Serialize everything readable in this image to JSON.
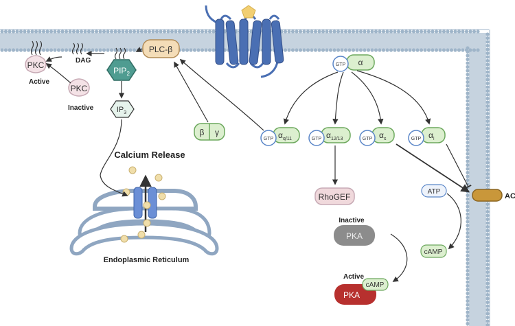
{
  "labels": {
    "pkc": "PKC",
    "dag": "DAG",
    "active": "Active",
    "inactive": "Inactive",
    "pip": "PIP",
    "pip_sub": "2",
    "ip": "IP",
    "ip_sub": "3",
    "plc": "PLC-β",
    "beta": "β",
    "gamma": "γ",
    "gtp": "GTP",
    "alpha": "α",
    "alpha_q_sub": "q/11",
    "alpha_12_sub": "12/13",
    "alpha_s_sub": "s",
    "alpha_i_sub": "i",
    "rhogef": "RhoGEF",
    "calcium_release": "Calcium Release",
    "er": "Endoplasmic Reticulum",
    "pka": "PKA",
    "camp": "cAMP",
    "atp": "ATP",
    "ac": "AC"
  },
  "colors": {
    "membrane_head": "#9fb5c9",
    "membrane_tail": "#c6d3df",
    "receptor": "#4a6fb3",
    "receptor_dark": "#34508a",
    "ligand": "#f2cf72",
    "plc_fill": "#f4ddb8",
    "plc_stroke": "#b28b55",
    "pip_fill": "#4f9c91",
    "ip3_fill": "#e6f3ec",
    "green_fill": "#dcefcf",
    "green_stroke": "#6ca85d",
    "gtp_stroke": "#5a86c8",
    "pkc_fill": "#f4e2e6",
    "pkc_stroke": "#c7aab5",
    "rhogef_fill": "#f0d9dc",
    "pka_inactive": "#8c8c8c",
    "pka_active": "#b7302e",
    "ac_fill": "#c9973a",
    "channel": "#6b8fd6",
    "calcium": "#f0deaa",
    "er_stroke": "#8fa6c1"
  }
}
